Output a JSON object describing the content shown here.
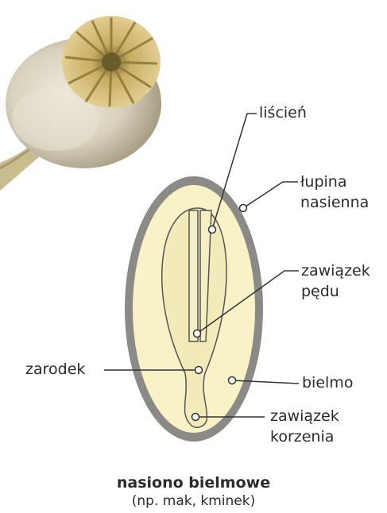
{
  "labels": {
    "liscien": "liścień",
    "lupina_1": "łupina",
    "lupina_2": "nasienna",
    "zawiazek_pedu_1": "zawiązek",
    "zawiazek_pedu_2": "pędu",
    "zarodek": "zarodek",
    "bielmo": "bielmo",
    "zawiazek_korzenia_1": "zawiązek",
    "zawiazek_korzenia_2": "korzenia"
  },
  "caption": {
    "title": "nasiono bielmowe",
    "subtitle": "(np. mak, kminek)"
  },
  "colors": {
    "seed_coat": "#8c8a86",
    "endosperm": "#f8f2c6",
    "embryo": "#f3eaba",
    "outline": "#555555",
    "poppy_capsule": "#dcd6c2",
    "poppy_crown": "#d8c27c"
  },
  "icons": {
    "photo": "poppy-seed-head-image"
  }
}
